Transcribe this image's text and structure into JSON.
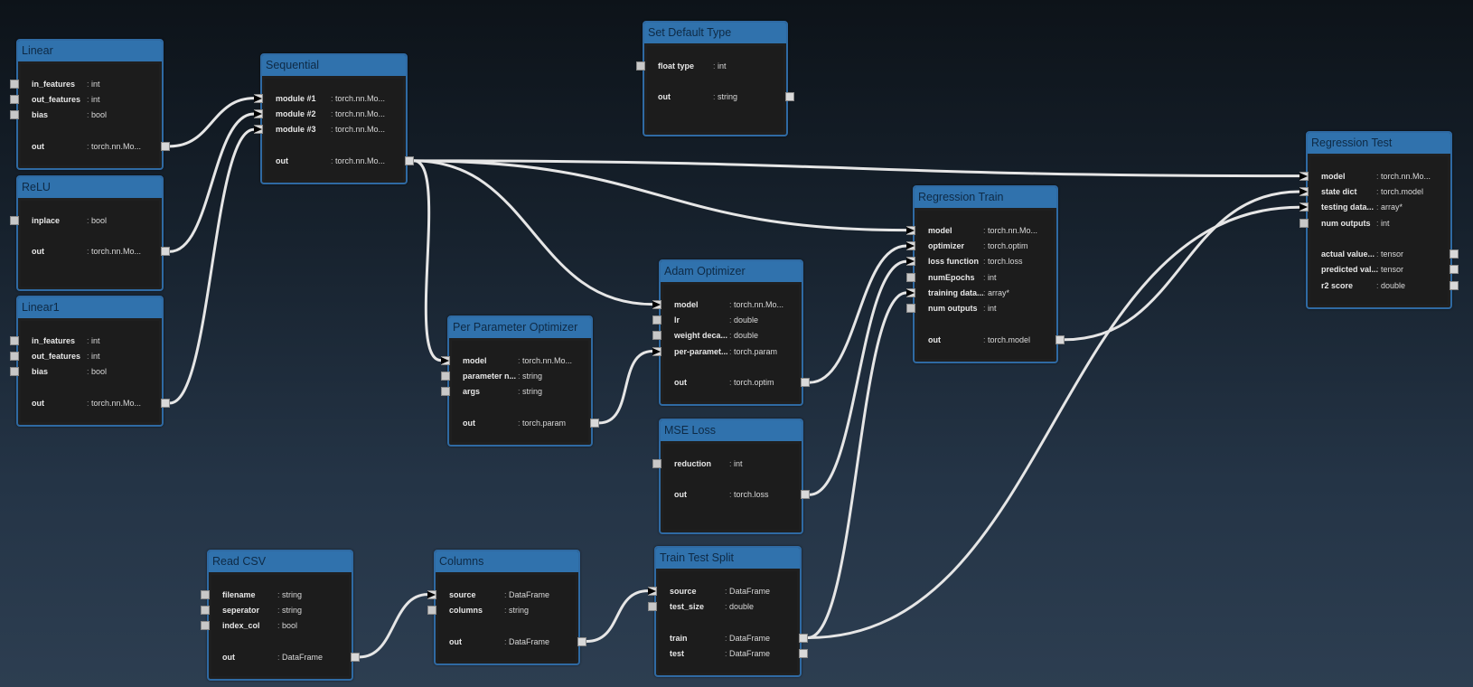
{
  "canvas": {
    "wire_color": "#e6e6e6",
    "header_color": "#3072ad",
    "node_body_color": "#1f1f1f",
    "background_top": "#0d1319",
    "background_bottom": "#2d3e51"
  },
  "nodes": [
    {
      "id": "linear",
      "title": "Linear",
      "inputs": [
        {
          "label": "in_features",
          "type": "int"
        },
        {
          "label": "out_features",
          "type": "int"
        },
        {
          "label": "bias",
          "type": "bool"
        }
      ],
      "outputs": [
        {
          "label": "out",
          "type": "torch.nn.Mo..."
        }
      ]
    },
    {
      "id": "relu",
      "title": "ReLU",
      "inputs": [
        {
          "label": "inplace",
          "type": "bool"
        }
      ],
      "outputs": [
        {
          "label": "out",
          "type": "torch.nn.Mo..."
        }
      ]
    },
    {
      "id": "linear1",
      "title": "Linear1",
      "inputs": [
        {
          "label": "in_features",
          "type": "int"
        },
        {
          "label": "out_features",
          "type": "int"
        },
        {
          "label": "bias",
          "type": "bool"
        }
      ],
      "outputs": [
        {
          "label": "out",
          "type": "torch.nn.Mo..."
        }
      ]
    },
    {
      "id": "sequential",
      "title": "Sequential",
      "inputs": [
        {
          "label": "module #1",
          "type": "torch.nn.Mo..."
        },
        {
          "label": "module #2",
          "type": "torch.nn.Mo..."
        },
        {
          "label": "module #3",
          "type": "torch.nn.Mo..."
        }
      ],
      "outputs": [
        {
          "label": "out",
          "type": "torch.nn.Mo..."
        }
      ]
    },
    {
      "id": "set_default_type",
      "title": "Set Default Type",
      "inputs": [
        {
          "label": "float type",
          "type": "int"
        }
      ],
      "outputs": [
        {
          "label": "out",
          "type": "string"
        }
      ]
    },
    {
      "id": "per_param_opt",
      "title": "Per Parameter Optimizer",
      "inputs": [
        {
          "label": "model",
          "type": "torch.nn.Mo..."
        },
        {
          "label": "parameter n...",
          "type": "string"
        },
        {
          "label": "args",
          "type": "string"
        }
      ],
      "outputs": [
        {
          "label": "out",
          "type": "torch.param"
        }
      ]
    },
    {
      "id": "adam",
      "title": "Adam Optimizer",
      "inputs": [
        {
          "label": "model",
          "type": "torch.nn.Mo..."
        },
        {
          "label": "lr",
          "type": "double"
        },
        {
          "label": "weight deca...",
          "type": "double"
        },
        {
          "label": "per-paramet...",
          "type": "torch.param"
        }
      ],
      "outputs": [
        {
          "label": "out",
          "type": "torch.optim"
        }
      ]
    },
    {
      "id": "mse",
      "title": "MSE Loss",
      "inputs": [
        {
          "label": "reduction",
          "type": "int"
        }
      ],
      "outputs": [
        {
          "label": "out",
          "type": "torch.loss"
        }
      ]
    },
    {
      "id": "reg_train",
      "title": "Regression Train",
      "inputs": [
        {
          "label": "model",
          "type": "torch.nn.Mo..."
        },
        {
          "label": "optimizer",
          "type": "torch.optim"
        },
        {
          "label": "loss function",
          "type": "torch.loss"
        },
        {
          "label": "numEpochs",
          "type": "int"
        },
        {
          "label": "training data...",
          "type": "array*"
        },
        {
          "label": "num outputs",
          "type": "int"
        }
      ],
      "outputs": [
        {
          "label": "out",
          "type": "torch.model"
        }
      ]
    },
    {
      "id": "reg_test",
      "title": "Regression Test",
      "inputs": [
        {
          "label": "model",
          "type": "torch.nn.Mo..."
        },
        {
          "label": "state dict",
          "type": "torch.model"
        },
        {
          "label": "testing data...",
          "type": "array*"
        },
        {
          "label": "num outputs",
          "type": "int"
        }
      ],
      "outputs": [
        {
          "label": "actual value...",
          "type": "tensor"
        },
        {
          "label": "predicted val...",
          "type": "tensor"
        },
        {
          "label": "r2 score",
          "type": "double"
        }
      ]
    },
    {
      "id": "read_csv",
      "title": "Read CSV",
      "inputs": [
        {
          "label": "filename",
          "type": "string"
        },
        {
          "label": "seperator",
          "type": "string"
        },
        {
          "label": "index_col",
          "type": "bool"
        }
      ],
      "outputs": [
        {
          "label": "out",
          "type": "DataFrame"
        }
      ]
    },
    {
      "id": "columns",
      "title": "Columns",
      "inputs": [
        {
          "label": "source",
          "type": "DataFrame"
        },
        {
          "label": "columns",
          "type": "string"
        }
      ],
      "outputs": [
        {
          "label": "out",
          "type": "DataFrame"
        }
      ]
    },
    {
      "id": "train_test_split",
      "title": "Train Test Split",
      "inputs": [
        {
          "label": "source",
          "type": "DataFrame"
        },
        {
          "label": "test_size",
          "type": "double"
        }
      ],
      "outputs": [
        {
          "label": "train",
          "type": "DataFrame"
        },
        {
          "label": "test",
          "type": "DataFrame"
        }
      ]
    }
  ],
  "connections": [
    {
      "from": "linear.out.0",
      "to": "sequential.in.0"
    },
    {
      "from": "relu.out.0",
      "to": "sequential.in.1"
    },
    {
      "from": "linear1.out.0",
      "to": "sequential.in.2"
    },
    {
      "from": "sequential.out.0",
      "to": "reg_test.in.0"
    },
    {
      "from": "sequential.out.0",
      "to": "reg_train.in.0"
    },
    {
      "from": "sequential.out.0",
      "to": "adam.in.0"
    },
    {
      "from": "sequential.out.0",
      "to": "per_param_opt.in.0"
    },
    {
      "from": "per_param_opt.out.0",
      "to": "adam.in.3"
    },
    {
      "from": "adam.out.0",
      "to": "reg_train.in.1"
    },
    {
      "from": "mse.out.0",
      "to": "reg_train.in.2"
    },
    {
      "from": "train_test_split.out.0",
      "to": "reg_train.in.4"
    },
    {
      "from": "train_test_split.out.0",
      "to": "reg_test.in.2"
    },
    {
      "from": "reg_train.out.0",
      "to": "reg_test.in.1"
    },
    {
      "from": "read_csv.out.0",
      "to": "columns.in.0"
    },
    {
      "from": "columns.out.0",
      "to": "train_test_split.in.0"
    }
  ]
}
